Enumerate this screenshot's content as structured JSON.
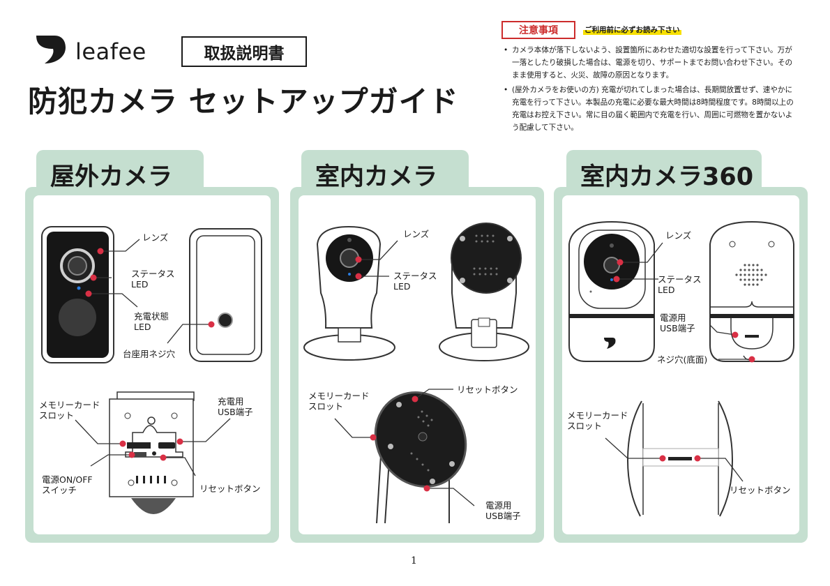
{
  "header": {
    "brand": "leafee",
    "doc_type": "取扱説明書",
    "title": "防犯カメラ セットアップガイド"
  },
  "notice": {
    "label": "注意事項",
    "sub": "ご利用前に必ずお読み下さい",
    "bullet1": "カメラ本体が落下しないよう、設置箇所にあわせた適切な設置を行って下さい。万が一落としたり破損した場合は、電源を切り、サポートまでお問い合わせ下さい。そのまま使用すると、火災、故障の原因となります。",
    "bullet2": "(屋外カメラをお使いの方) 充電が切れてしまった場合は、長期間放置せず、速やかに充電を行って下さい。本製品の充電に必要な最大時間は8時間程度です。8時間以上の充電はお控え下さい。常に目の届く範囲内で充電を行い、周囲に可燃物を置かないよう配慮して下さい。"
  },
  "panels": {
    "outdoor": {
      "title": "屋外カメラ",
      "lens": "レンズ",
      "status_led": "ステータス\nLED",
      "charge_led": "充電状態\nLED",
      "mount_hole": "台座用ネジ穴",
      "memory_slot": "メモリーカード\nスロット",
      "charge_usb": "充電用\nUSB端子",
      "power_switch": "電源ON/OFF\nスイッチ",
      "reset": "リセットボタン"
    },
    "indoor": {
      "title": "室内カメラ",
      "lens": "レンズ",
      "status_led": "ステータス\nLED",
      "memory_slot": "メモリーカード\nスロット",
      "reset": "リセットボタン",
      "power_usb": "電源用\nUSB端子"
    },
    "indoor360": {
      "title": "室内カメラ360",
      "lens": "レンズ",
      "status_led": "ステータス\nLED",
      "power_usb": "電源用\nUSB端子",
      "screw_hole": "ネジ穴(底面)",
      "memory_slot": "メモリーカード\nスロット",
      "reset": "リセットボタン"
    }
  },
  "colors": {
    "accent": "#cc2b2b",
    "panel": "#c5dfd0",
    "callout": "#d93045"
  },
  "page_number": "1"
}
